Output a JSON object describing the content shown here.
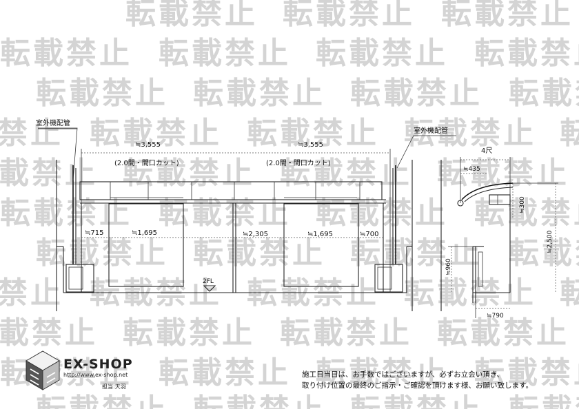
{
  "watermark": "転載禁止",
  "labels": {
    "outdoor_pipe_left": "室外機配管",
    "outdoor_pipe_right": "室外機配管",
    "span_left": "≒3,555",
    "span_right": "≒3,555",
    "cut_left": "(2.0間・間口カット)",
    "cut_right": "(2.0間・間口カット)",
    "dim_715": "≒715",
    "dim_1695_left": "≒1,695",
    "dim_2305": "≒2,305",
    "dim_1695_right": "≒1,695",
    "dim_700": "≒700",
    "floor": "2FL",
    "projection": "4尺",
    "dim_435": "≒435",
    "dim_300": "≒300",
    "dim_2500": "≒2,500",
    "dim_960": "≒960",
    "dim_790": "≒790"
  },
  "brand": {
    "name": "EX-SHOP",
    "url": "http://www.ex-shop.net",
    "staff": "担当:天羽"
  },
  "note": {
    "line1": "施工日当日は、お手数ではございますが、必ずお立会い頂き、",
    "line2": "取り付け位置の最終のご指示・ご確認を頂けます様、お願い致します。"
  },
  "colors": {
    "line": "#222222",
    "watermark": "#d4d4d4"
  }
}
